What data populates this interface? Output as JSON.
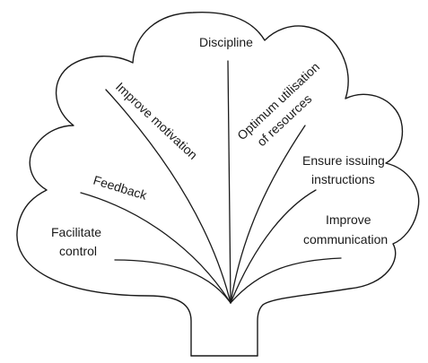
{
  "diagram": {
    "labels": {
      "discipline": "Discipline",
      "improve_motivation": "Improve motivation",
      "optimum_line1": "Optimum utilisation",
      "optimum_line2": "of resources",
      "ensure_line1": "Ensure issuing",
      "ensure_line2": "instructions",
      "feedback": "Feedback",
      "improve_comm_line1": "Improve",
      "improve_comm_line2": "communication",
      "facilitate_line1": "Facilitate",
      "facilitate_line2": "control"
    },
    "colors": {
      "ink": "#1a1a1a",
      "background": "#ffffff"
    }
  }
}
